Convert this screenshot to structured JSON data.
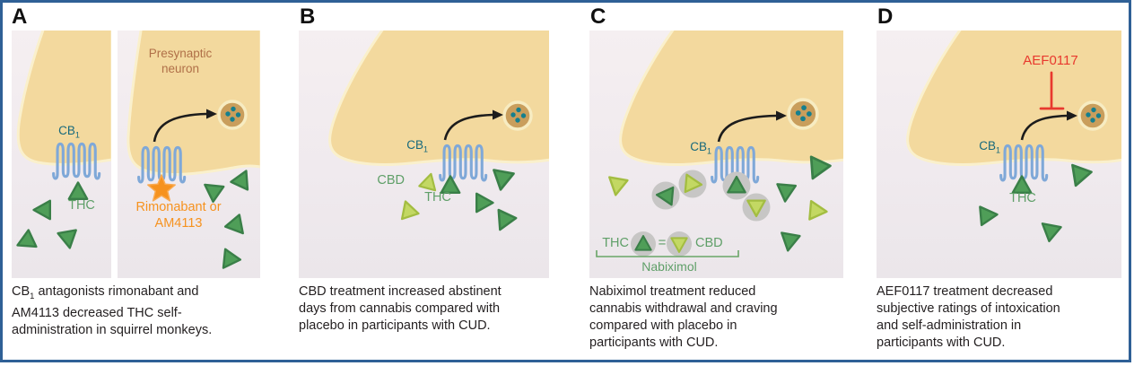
{
  "panels": {
    "a": {
      "letter": "A",
      "sub_left": {
        "receptor_pre": "CB",
        "receptor_sub": "1",
        "ligand": "THC"
      },
      "sub_right": {
        "neuron": "Presynaptic neuron",
        "drug": "Rimonabant or AM4113"
      },
      "caption": {
        "l1_pre": "CB",
        "l1_sub": "1",
        "l1_rest": " antagonists rimonabant and",
        "l2": "AM4113 decreased THC self-",
        "l3": "administration in squirrel monkeys."
      }
    },
    "b": {
      "letter": "B",
      "receptor_pre": "CB",
      "receptor_sub": "1",
      "cbd": "CBD",
      "thc": "THC",
      "caption": [
        "CBD treatment increased abstinent",
        "days from cannabis compared with",
        "placebo in participants with CUD."
      ]
    },
    "c": {
      "letter": "C",
      "receptor_pre": "CB",
      "receptor_sub": "1",
      "legend": {
        "thc": "THC",
        "eq": "=",
        "cbd": "CBD",
        "combo": "Nabiximol"
      },
      "caption": [
        "Nabiximol treatment reduced",
        "cannabis withdrawal and craving",
        "compared with placebo in",
        "participants with CUD."
      ]
    },
    "d": {
      "letter": "D",
      "receptor_pre": "CB",
      "receptor_sub": "1",
      "inhibitor": "AEF0117",
      "thc": "THC",
      "caption": [
        "AEF0117 treatment decreased",
        "subjective ratings of intoxication",
        "and self-administration in",
        "participants with CUD."
      ]
    }
  },
  "icons": {
    "receptor-icon": "blue serpentine CB1 membrane receptor",
    "thc-triangle-icon": "dark-green rounded triangle",
    "cbd-triangle-icon": "light-green rounded triangle",
    "drug-star-icon": "orange star (antagonist)",
    "vesicle-icon": "tan circle with teal neurotransmitter dots",
    "release-arrow-icon": "black curved arrow",
    "inhibition-tbar-icon": "red T-bar inhibition symbol",
    "nabiximol-capsule-icon": "gray circle containing triangle"
  },
  "colors": {
    "frame": "#2f6096",
    "panel_bg": "#f2ecef",
    "neuron_fill": "#f3d99e",
    "neuron_stroke": "#faf0cc",
    "receptor_blue": "#7fa8d8",
    "cb1_text": "#17697c",
    "thc_green": "#4f9e58",
    "cbd_green": "#c3d863",
    "label_green": "#5f9f68",
    "orange": "#f6921e",
    "presynaptic_text": "#b07048",
    "red": "#e8392e",
    "vesicle_fill": "#c99e5c",
    "vesicle_dots": "#157f8e",
    "gray_circle": "#c7c6c5",
    "caption_text": "#231f20"
  }
}
